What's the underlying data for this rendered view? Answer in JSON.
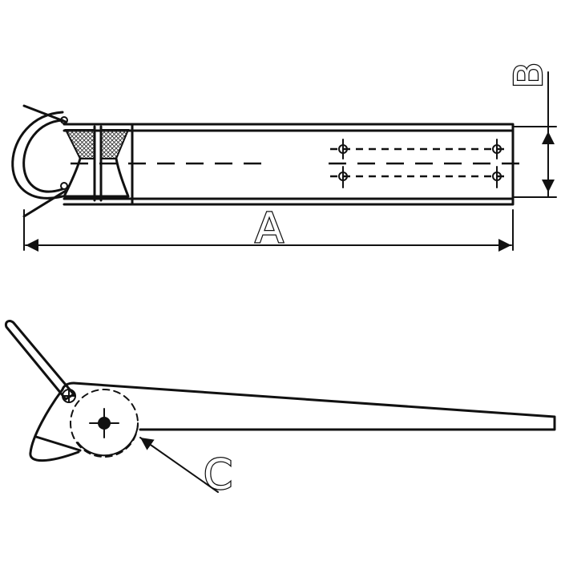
{
  "dimensions": {
    "length_label": "A",
    "height_label": "B",
    "roller_label": "C"
  },
  "colors": {
    "line": "#111111",
    "background": "#ffffff"
  }
}
